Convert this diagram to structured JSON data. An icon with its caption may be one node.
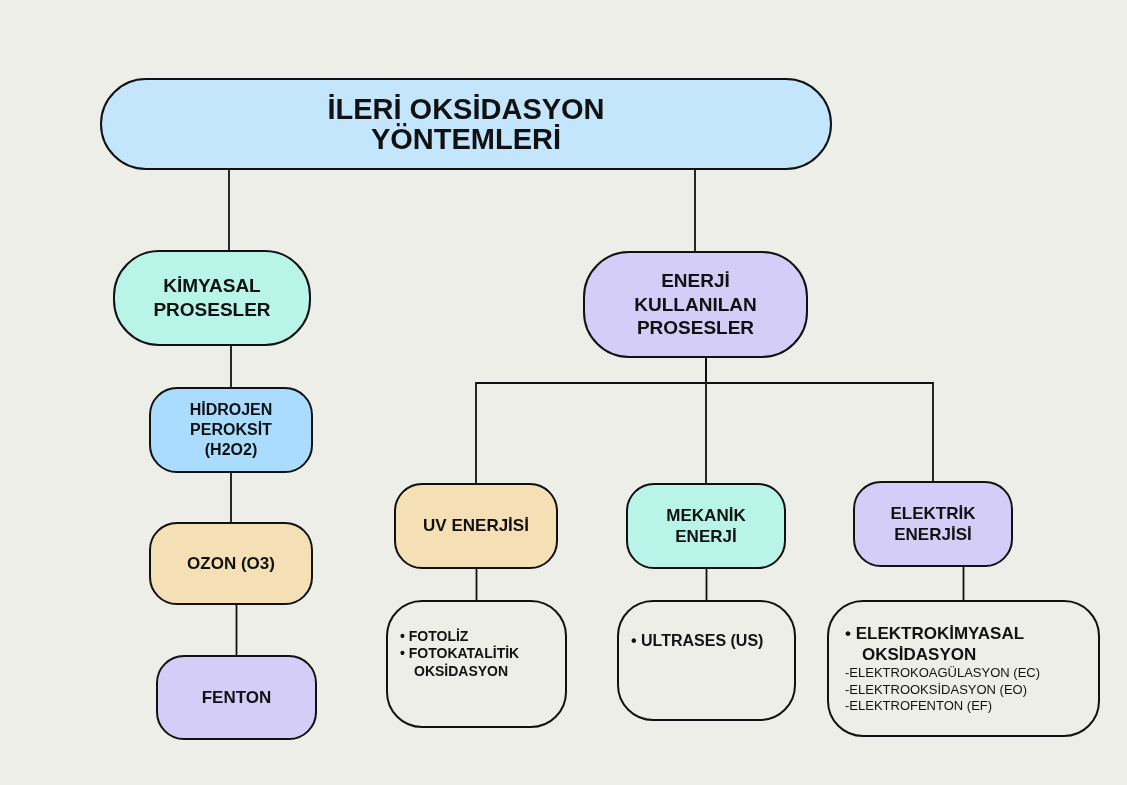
{
  "diagram": {
    "nodes": [
      {
        "text": [
          "İLERİ OKSİDASYON YÖNTEMLERİ"
        ]
      },
      {
        "text": [
          "KİMYASAL PROSESLER"
        ]
      },
      {
        "text": [
          "ENERJİ KULLANILAN PROSESLER"
        ]
      },
      {
        "text": [
          "HİDROJEN PEROKSİT (H2O2)"
        ]
      },
      {
        "text": [
          "OZON (O3)"
        ]
      },
      {
        "text": [
          "FENTON"
        ]
      },
      {
        "text": [
          "UV ENERJİSİ"
        ]
      },
      {
        "text": [
          "MEKANİK ENERJİ"
        ]
      },
      {
        "text": [
          "ELEKTRİK ENERJİSİ"
        ]
      },
      {
        "text": [
          "• FOTOLİZ",
          "• FOTOKATALİTİK OKSİDASYON"
        ]
      },
      {
        "text": [
          "• ULTRASES (US)"
        ]
      },
      {
        "text": [
          "• ELEKTROKİMYASAL OKSİDASYON",
          "-ELEKTROKOAGÜLASYON (EC)",
          "-ELEKTROOKSİDASYON (EO)",
          "-ELEKTROFENTON (EF)"
        ]
      }
    ],
    "edges": [
      {
        "from": 0,
        "to": 1,
        "arrow": "none"
      },
      {
        "from": 0,
        "to": 2,
        "arrow": "none"
      },
      {
        "from": 1,
        "to": 3,
        "arrow": "none"
      },
      {
        "from": 3,
        "to": 4,
        "arrow": "none"
      },
      {
        "from": 4,
        "to": 5,
        "arrow": "none"
      },
      {
        "from": 2,
        "to": 6,
        "arrow": "none"
      },
      {
        "from": 2,
        "to": 7,
        "arrow": "none"
      },
      {
        "from": 2,
        "to": 8,
        "arrow": "none"
      },
      {
        "from": 6,
        "to": 9,
        "arrow": "none"
      },
      {
        "from": 7,
        "to": 10,
        "arrow": "none"
      },
      {
        "from": 8,
        "to": 11,
        "arrow": "none"
      }
    ]
  }
}
